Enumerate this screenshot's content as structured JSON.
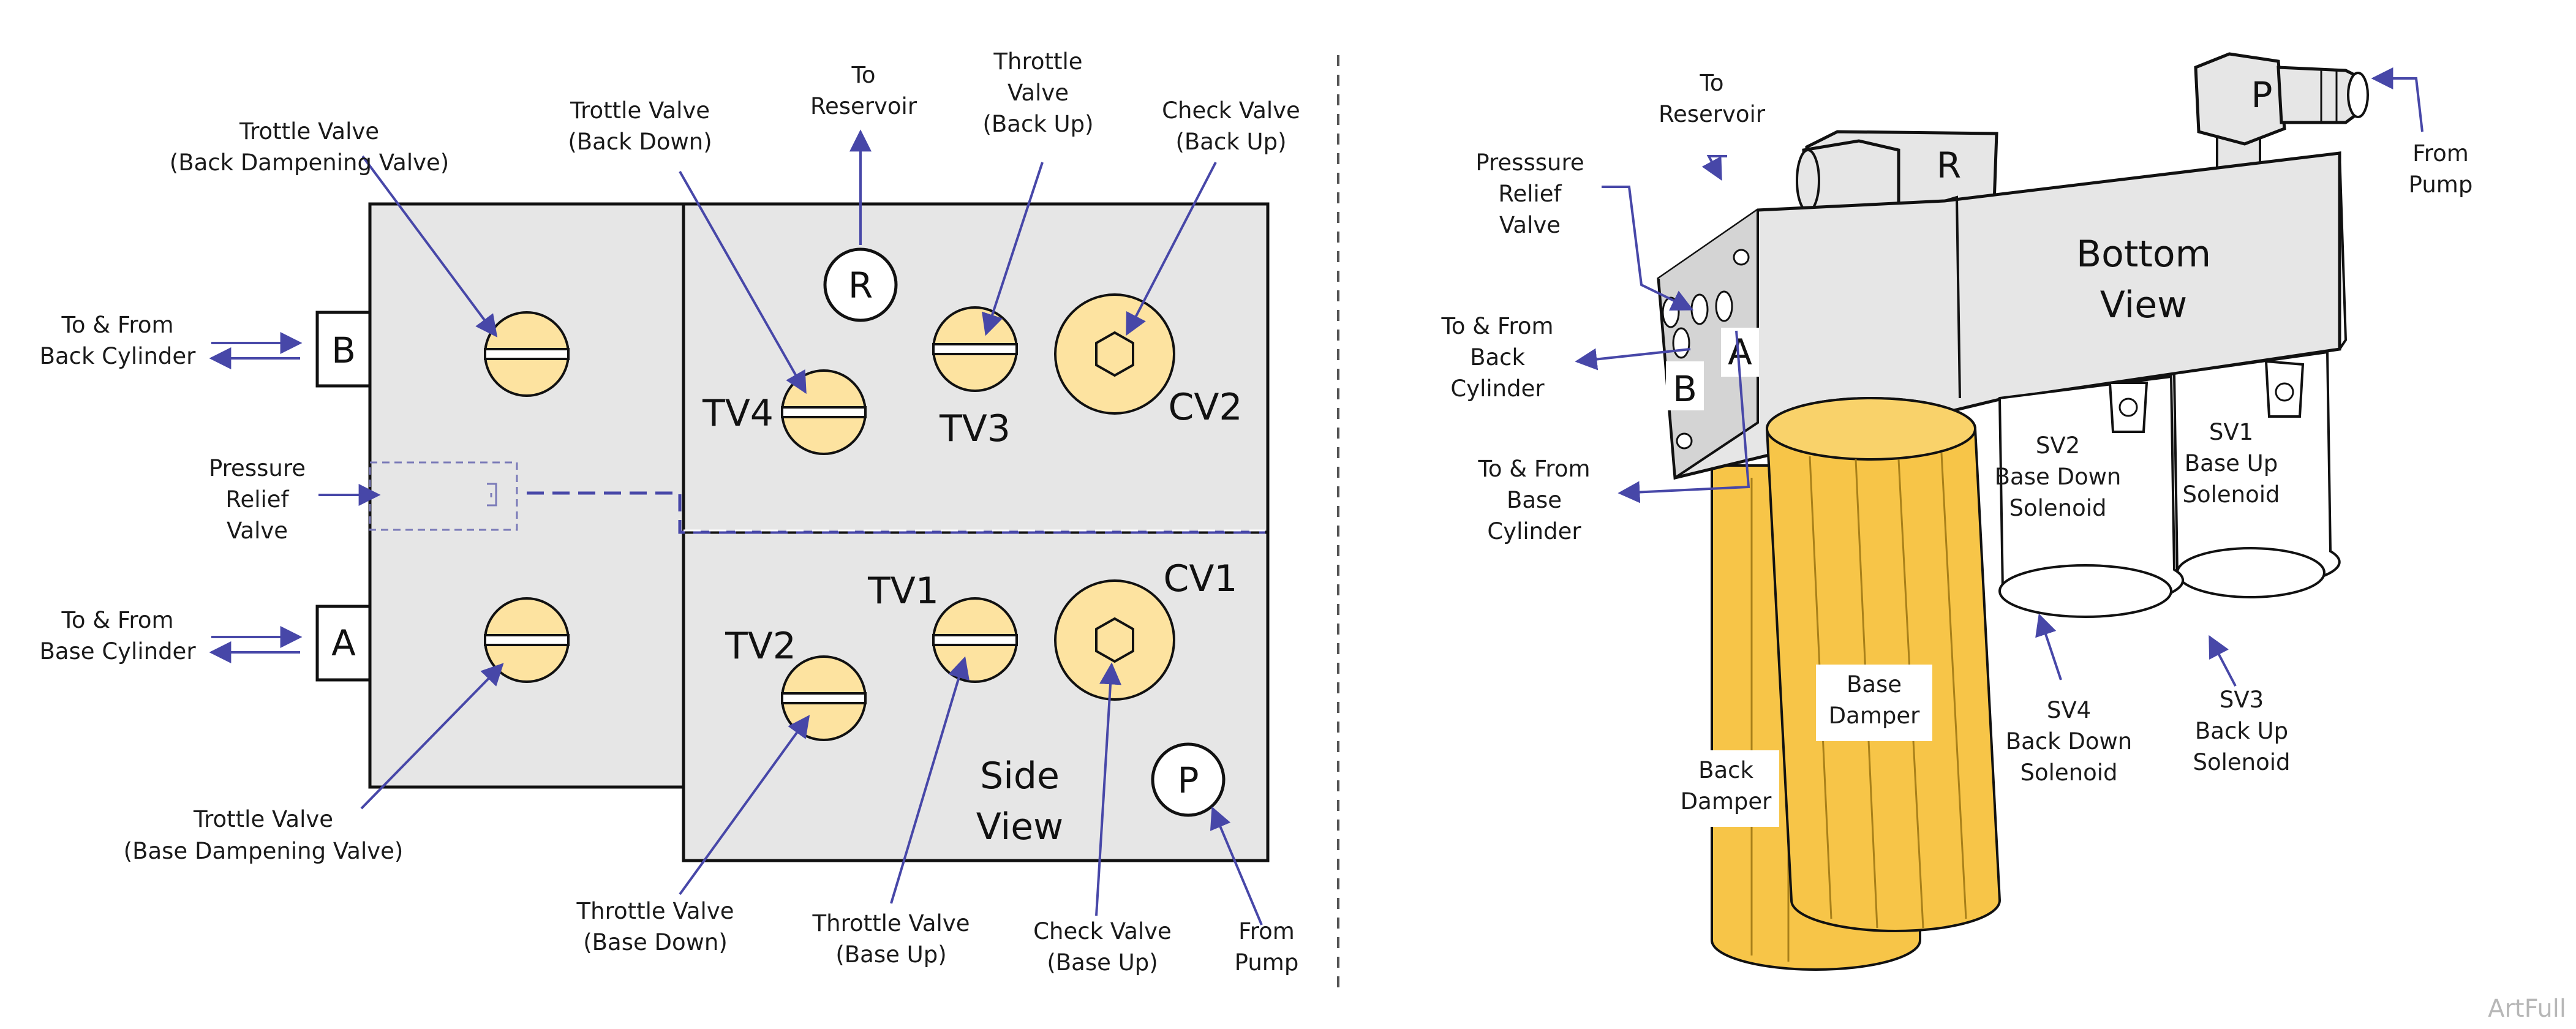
{
  "side_view": {
    "title_line1": "Side",
    "title_line2": "View",
    "ports": {
      "b": "B",
      "a": "A",
      "r": "R",
      "p": "P"
    },
    "valves": {
      "tv1": "TV1",
      "tv2": "TV2",
      "tv3": "TV3",
      "tv4": "TV4",
      "cv1": "CV1",
      "cv2": "CV2"
    },
    "labels": {
      "back_damp": [
        "Trottle Valve",
        "(Back Dampening Valve)"
      ],
      "back_cyl": [
        "To & From",
        "Back Cylinder"
      ],
      "relief": [
        "Pressure",
        "Relief",
        "Valve"
      ],
      "base_cyl": [
        "To & From",
        "Base Cylinder"
      ],
      "base_damp": [
        "Trottle Valve",
        "(Base Dampening Valve)"
      ],
      "tv_back_down": [
        "Trottle Valve",
        "(Back Down)"
      ],
      "reservoir": [
        "To",
        "Reservoir"
      ],
      "tv_back_up": [
        "Throttle",
        "Valve",
        "(Back Up)"
      ],
      "cv_back_up": [
        "Check Valve",
        "(Back Up)"
      ],
      "tv_base_down": [
        "Throttle Valve",
        "(Base Down)"
      ],
      "tv_base_up": [
        "Throttle Valve",
        "(Base Up)"
      ],
      "cv_base_up": [
        "Check Valve",
        "(Base Up)"
      ],
      "from_pump": [
        "From",
        "Pump"
      ]
    }
  },
  "bottom_view": {
    "title_line1": "Bottom",
    "title_line2": "View",
    "ports": {
      "p": "P",
      "r": "R",
      "a": "A",
      "b": "B"
    },
    "labels": {
      "reservoir": [
        "To",
        "Reservoir"
      ],
      "from_pump": [
        "From",
        "Pump"
      ],
      "relief": [
        "Presssure",
        "Relief",
        "Valve"
      ],
      "back_cyl": [
        "To & From",
        "Back",
        "Cylinder"
      ],
      "base_cyl": [
        "To & From",
        "Base",
        "Cylinder"
      ],
      "sv2": [
        "SV2",
        "Base Down",
        "Solenoid"
      ],
      "sv1": [
        "SV1",
        "Base Up",
        "Solenoid"
      ],
      "sv4": [
        "SV4",
        "Back Down",
        "Solenoid"
      ],
      "sv3": [
        "SV3",
        "Back Up",
        "Solenoid"
      ],
      "base_damper": [
        "Base",
        "Damper"
      ],
      "back_damper": [
        "Back",
        "Damper"
      ]
    }
  },
  "watermark": "ArtFull",
  "colors": {
    "body_fill": "#e6e6e6",
    "valve_fill": "#fde3a0",
    "arrow": "#4747a8",
    "damper": "#f7c548"
  }
}
